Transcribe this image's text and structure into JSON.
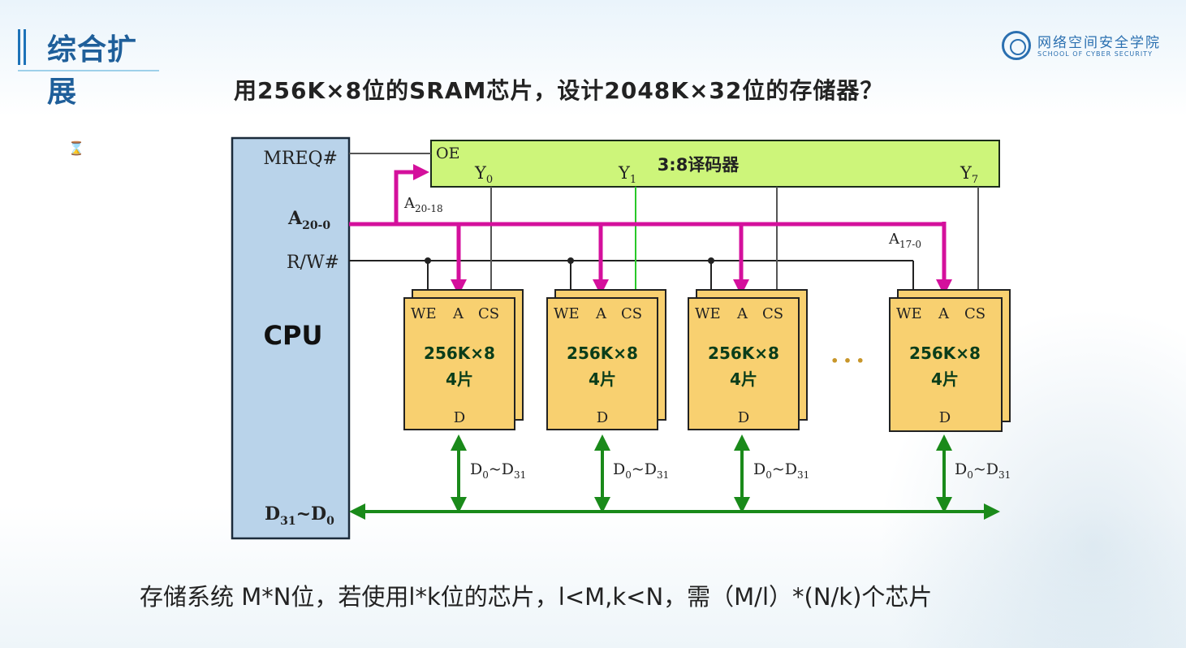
{
  "slide": {
    "title": "综合扩展",
    "question": "用256K×8位的SRAM芯片，设计2048K×32位的存储器？",
    "footer": "存储系统 M*N位，若使用l*k位的芯片，l<M,k<N，需（M/l）*(N/k)个芯片",
    "logo_cn": "网络空间安全学院",
    "logo_en": "SCHOOL OF CYBER SECURITY",
    "cursor_glyph": "⌛"
  },
  "cpu": {
    "label": "CPU",
    "signal_mreq": "MREQ#",
    "signal_addr": "A20-0",
    "signal_rw": "R/W#",
    "signal_data": "D31~D0"
  },
  "decoder": {
    "label": "3:8译码器",
    "oe": "OE",
    "outputs": [
      "Y0",
      "Y1",
      "Y7"
    ],
    "input_label": "A20-18"
  },
  "address_label": "A17-0",
  "chip_groups": [
    {
      "we": "WE",
      "a": "A",
      "cs": "CS",
      "size": "256K×8",
      "count": "4片",
      "d": "D",
      "bus_label": "D0~D31"
    },
    {
      "we": "WE",
      "a": "A",
      "cs": "CS",
      "size": "256K×8",
      "count": "4片",
      "d": "D",
      "bus_label": "D0~D31"
    },
    {
      "we": "WE",
      "a": "A",
      "cs": "CS",
      "size": "256K×8",
      "count": "4片",
      "d": "D",
      "bus_label": "D0~D31"
    },
    {
      "we": "WE",
      "a": "A",
      "cs": "CS",
      "size": "256K×8",
      "count": "4片",
      "d": "D",
      "bus_label": "D0~D31"
    }
  ],
  "ellipsis": "• • •",
  "colors": {
    "cpu_fill": "#b9d3ea",
    "decoder_fill": "#cdf57a",
    "chip_fill": "#f8d070",
    "address_bus": "#d4109c",
    "data_bus": "#1a8a1a",
    "y1_line": "#28c828"
  }
}
